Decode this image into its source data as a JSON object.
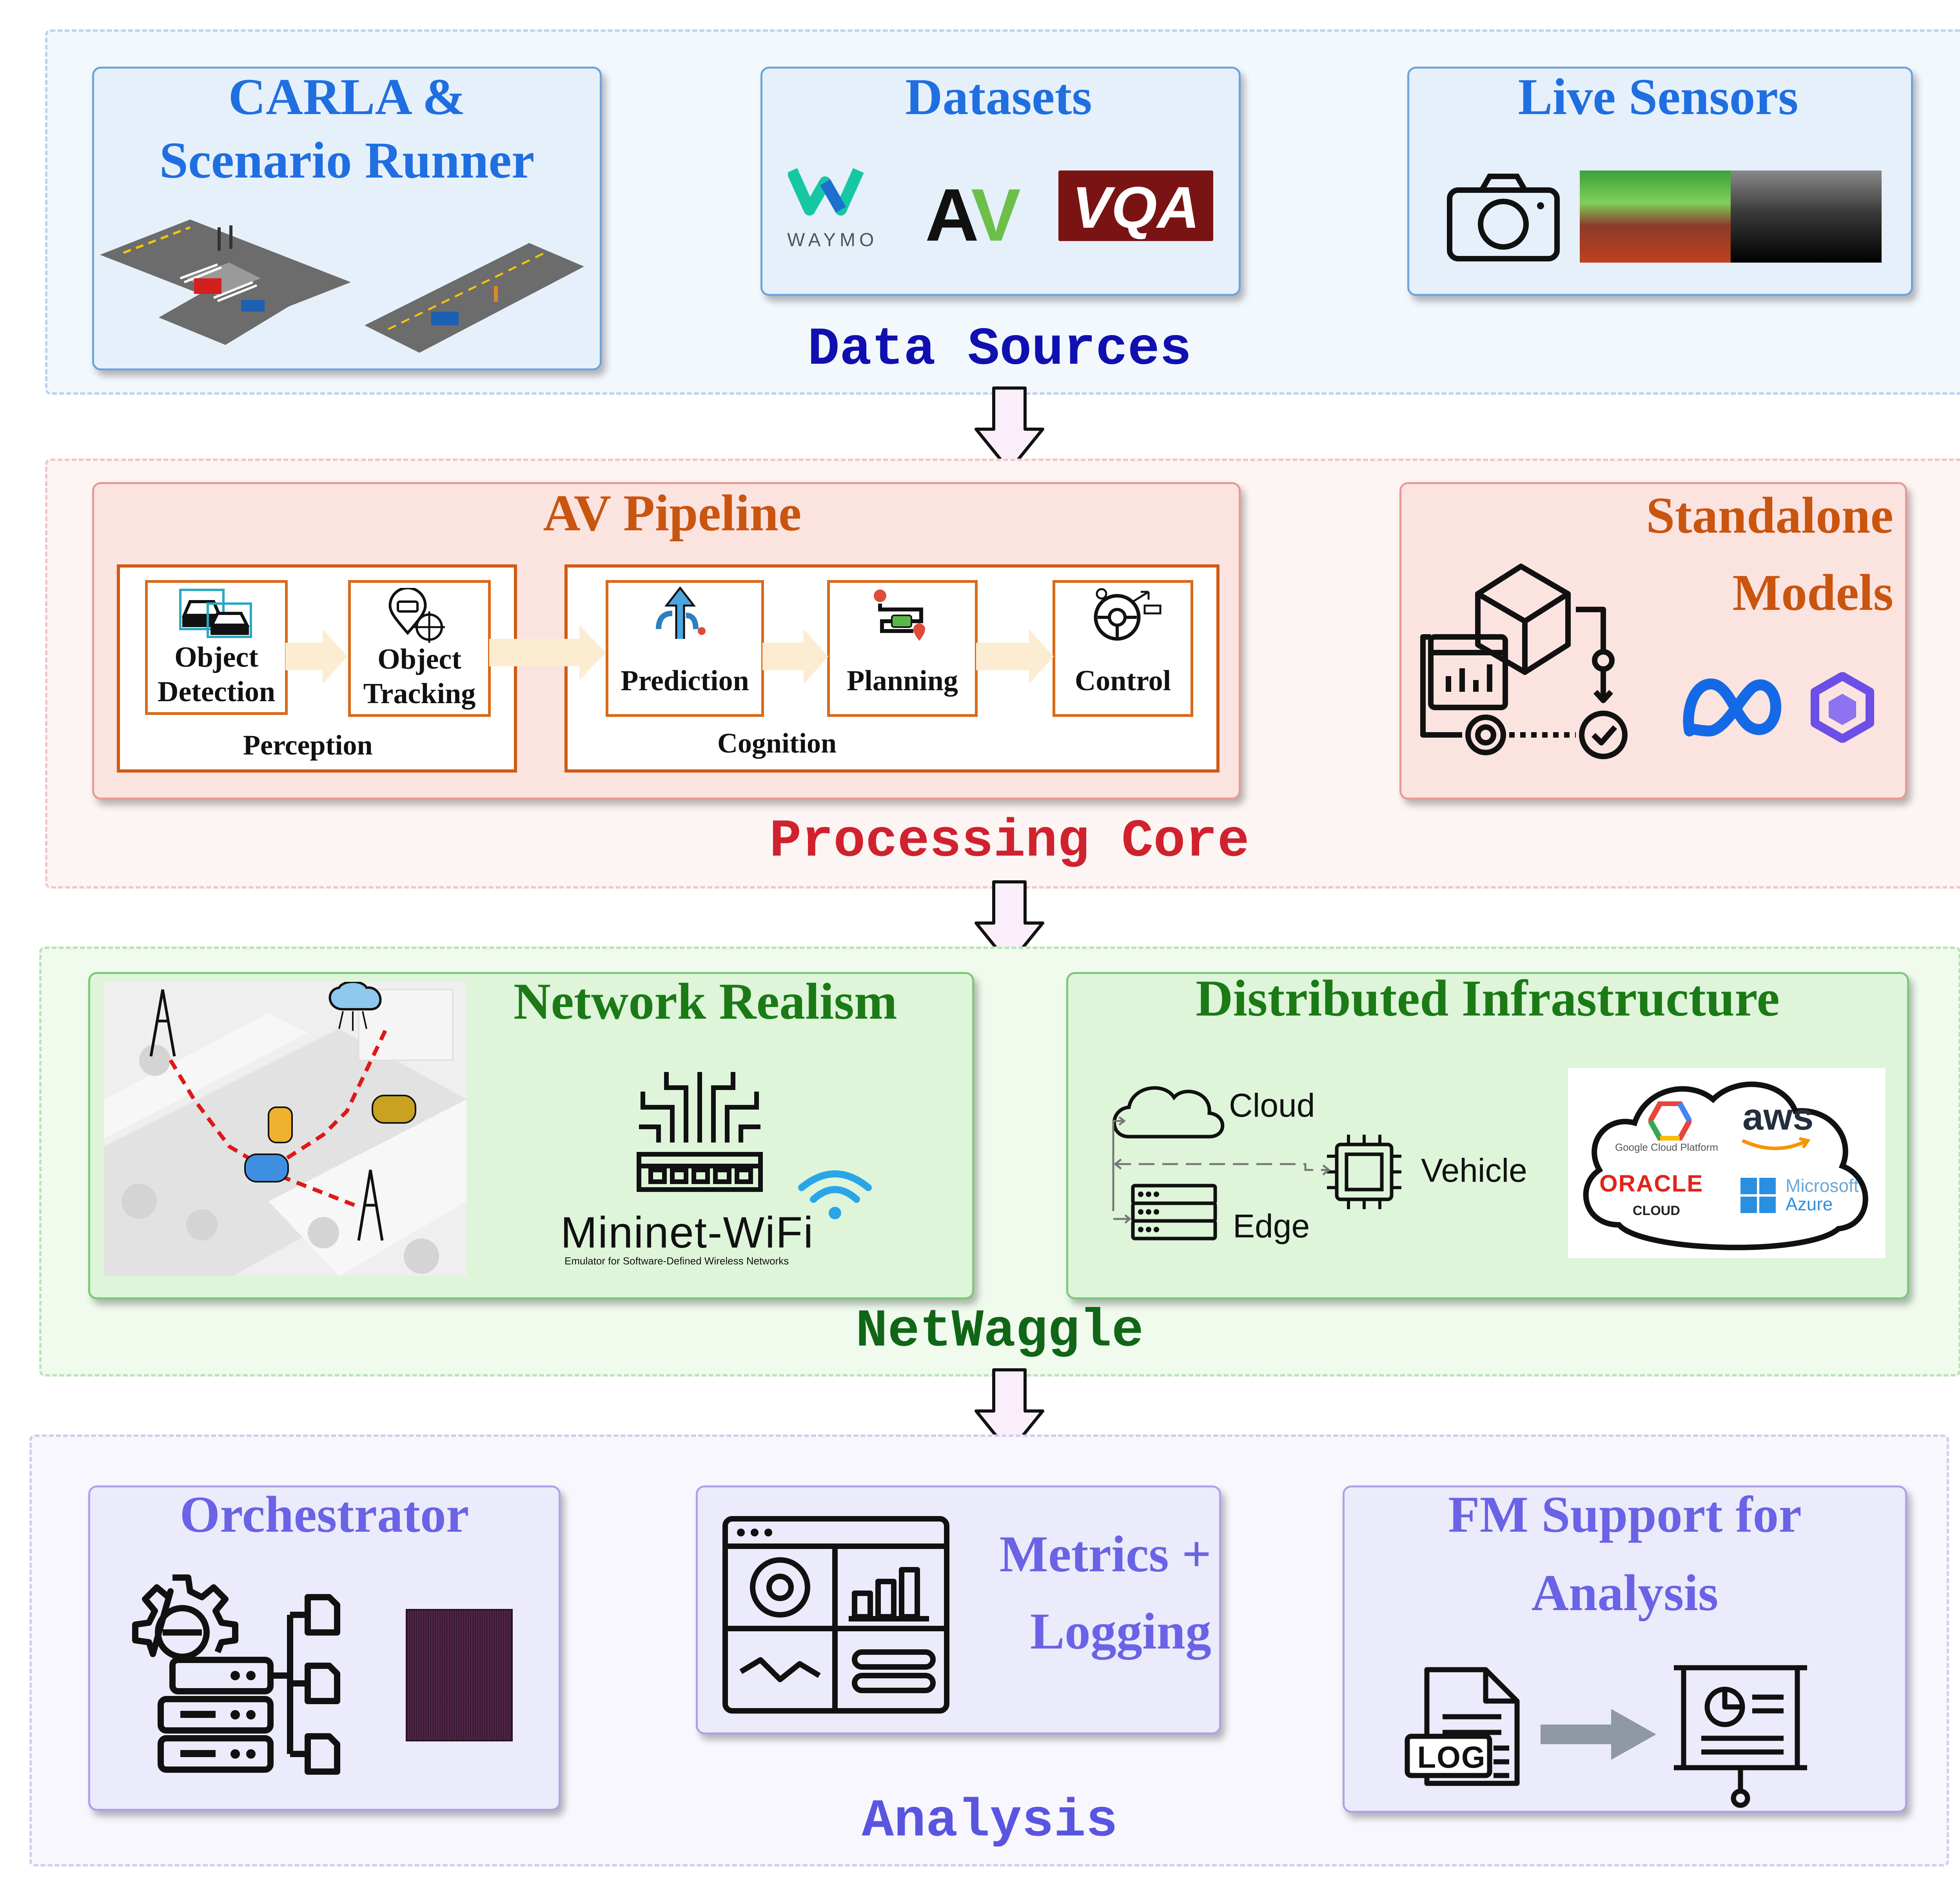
{
  "colors": {
    "blue_title": "#1f6fe0",
    "navy_title": "#1010b0",
    "orange_title": "#c9550f",
    "red_title": "#d0222e",
    "green_title": "#1b7a16",
    "dark_green_title": "#106616",
    "purple_title": "#6a63e6",
    "analysis_title": "#5a55e0"
  },
  "layers": {
    "data_sources": {
      "title": "Data Sources",
      "carla": {
        "title_line1": "CARLA &",
        "title_line2": "Scenario Runner"
      },
      "datasets": {
        "title": "Datasets",
        "waymo": "WAYMO",
        "av_logo": "AV",
        "vqa_logo": "VQA"
      },
      "live_sensors": {
        "title": "Live Sensors"
      }
    },
    "processing_core": {
      "title": "Processing Core",
      "av_pipeline": {
        "title": "AV Pipeline",
        "perception": {
          "label": "Perception",
          "stages": [
            {
              "line1": "Object",
              "line2": "Detection"
            },
            {
              "line1": "Object",
              "line2": "Tracking"
            }
          ]
        },
        "cognition": {
          "label": "Cognition",
          "stages": [
            {
              "line1": "Prediction"
            },
            {
              "line1": "Planning"
            },
            {
              "line1": "Control"
            }
          ]
        }
      },
      "standalone": {
        "title_line1": "Standalone",
        "title_line2": "Models"
      }
    },
    "netwaggle": {
      "title": "NetWaggle",
      "network_realism": {
        "title": "Network Realism",
        "mininet_name": "Mininet-WiFi",
        "mininet_tagline": "Emulator for Software-Defined Wireless Networks"
      },
      "distributed": {
        "title": "Distributed Infrastructure",
        "cloud": "Cloud",
        "edge": "Edge",
        "vehicle": "Vehicle",
        "providers": {
          "gcp": "Google Cloud Platform",
          "aws": "aws",
          "oracle": "ORACLE",
          "oracle_sub": "CLOUD",
          "azure_line1": "Microsoft",
          "azure_line2": "Azure"
        }
      }
    },
    "analysis": {
      "title": "Analysis",
      "orchestrator": {
        "title": "Orchestrator"
      },
      "metrics": {
        "title_line1": "Metrics +",
        "title_line2": "Logging"
      },
      "fm": {
        "title_line1": "FM Support for",
        "title_line2": "Analysis",
        "log_badge": "LOG"
      }
    }
  }
}
